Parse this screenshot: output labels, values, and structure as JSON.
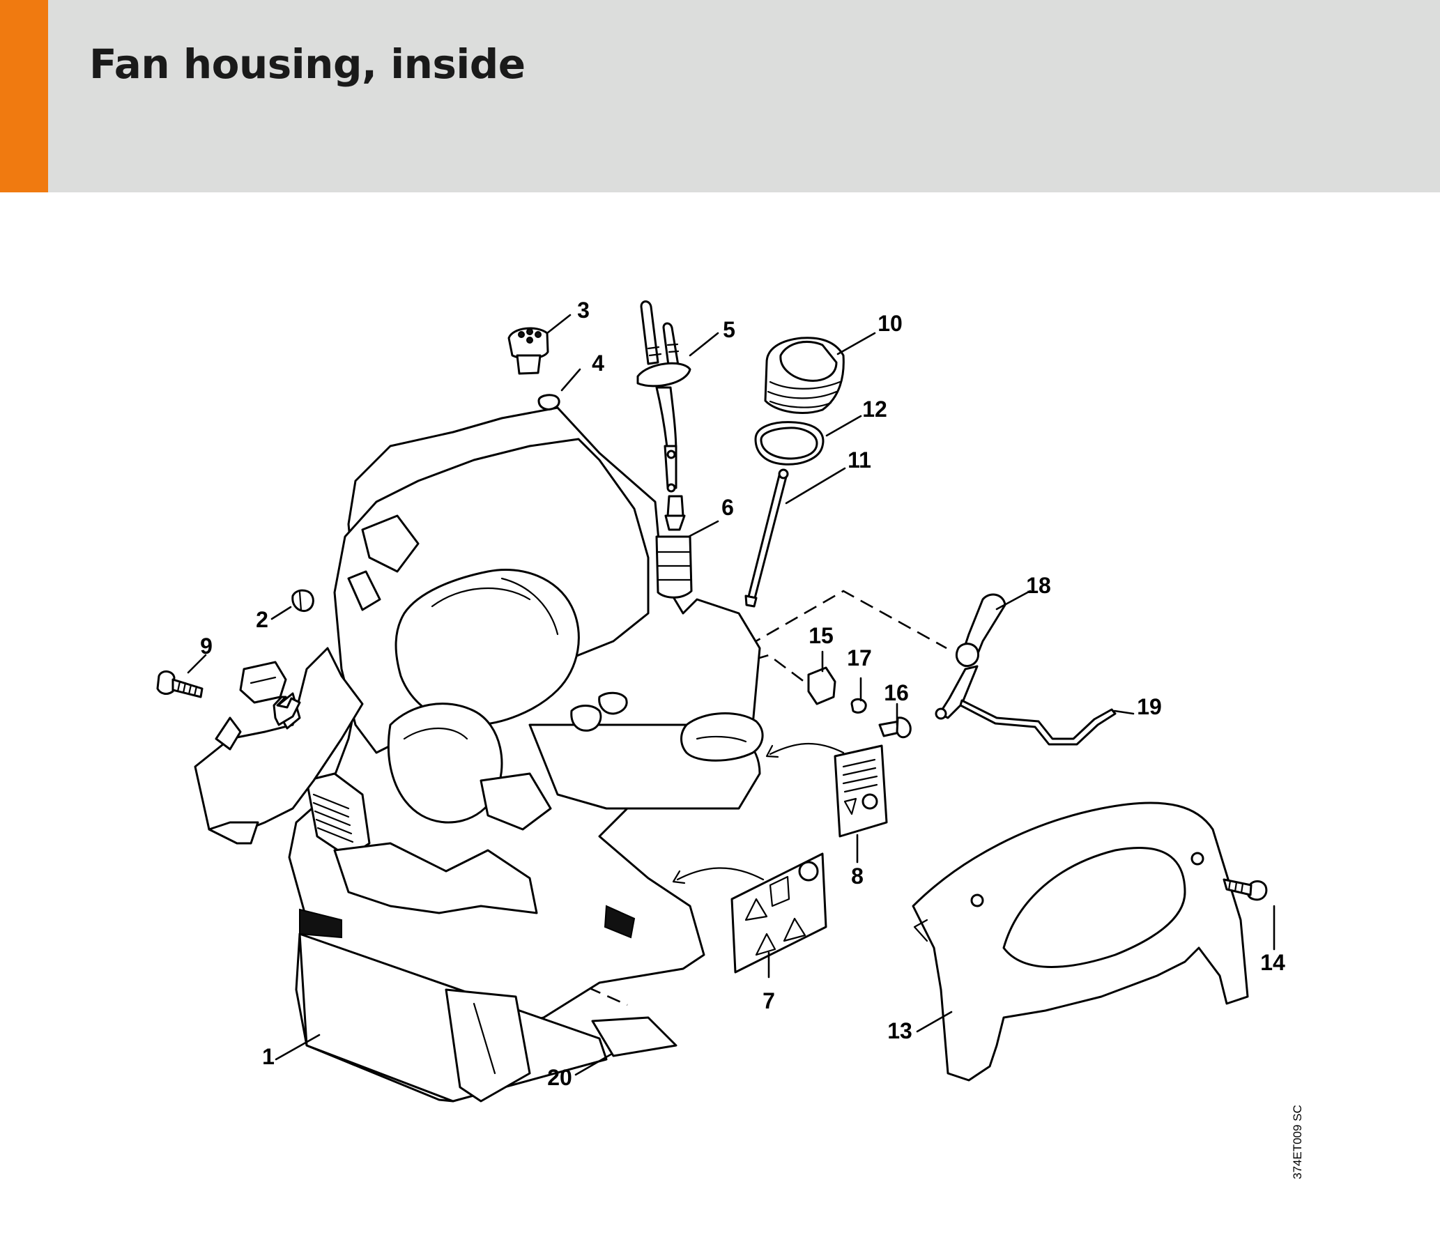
{
  "page": {
    "title": "Fan housing, inside",
    "drawing_code": "374ET009 SC",
    "accent_color": "#f07a10",
    "header_color": "#dcdddc"
  },
  "callouts": [
    "1",
    "2",
    "3",
    "4",
    "5",
    "6",
    "7",
    "8",
    "9",
    "10",
    "11",
    "12",
    "13",
    "14",
    "15",
    "16",
    "17",
    "18",
    "19",
    "20"
  ]
}
